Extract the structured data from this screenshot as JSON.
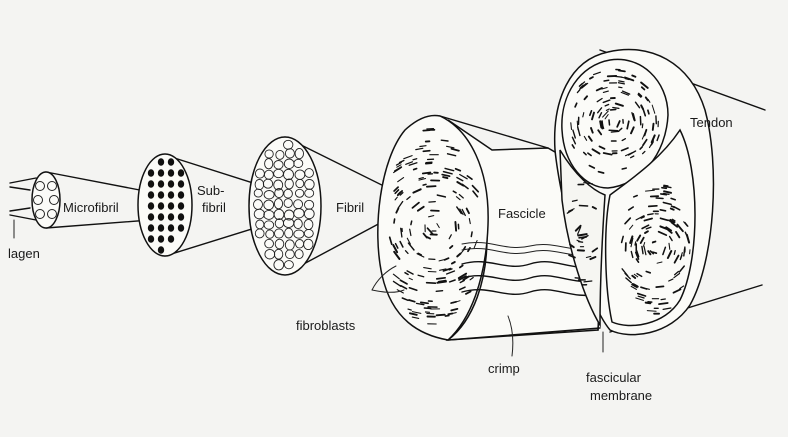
{
  "labels": {
    "collagen": "lagen",
    "microfibril": "Microfibril",
    "subfibril_line1": "Sub-",
    "subfibril_line2": "fibril",
    "fibril": "Fibril",
    "fascicle": "Fascicle",
    "tendon": "Tendon",
    "fibroblasts": "fibroblasts",
    "crimp": "crimp",
    "fascicular_membrane_line1": "fascicular",
    "fascicular_membrane_line2": "membrane"
  },
  "colors": {
    "ink": "#111111",
    "paper": "#f4f4f2"
  }
}
